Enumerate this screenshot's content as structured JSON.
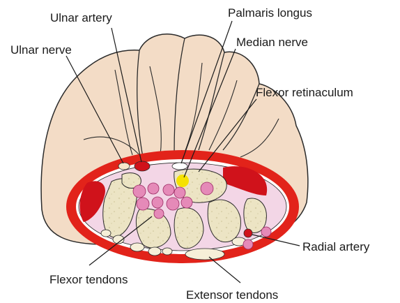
{
  "labels": {
    "ulnar_artery": "Ulnar artery",
    "palmaris_longus": "Palmaris longus",
    "ulnar_nerve": "Ulnar nerve",
    "median_nerve": "Median nerve",
    "flexor_retinaculum": "Flexor retinaculum",
    "radial_artery": "Radial artery",
    "flexor_tendons": "Flexor tendons",
    "extensor_tendons": "Extensor tendons"
  },
  "colors": {
    "skin": "#f3dcc6",
    "outline": "#2a2a2a",
    "retinaculum_red": "#e2231a",
    "artery_red": "#d0121b",
    "tunnel_pink": "#f3d6e6",
    "bone": "#ece4c4",
    "tendon_pink": "#e58ab8",
    "nerve_yellow": "#f5e100",
    "ulnar_nerve_fill": "#f7e7c9"
  }
}
